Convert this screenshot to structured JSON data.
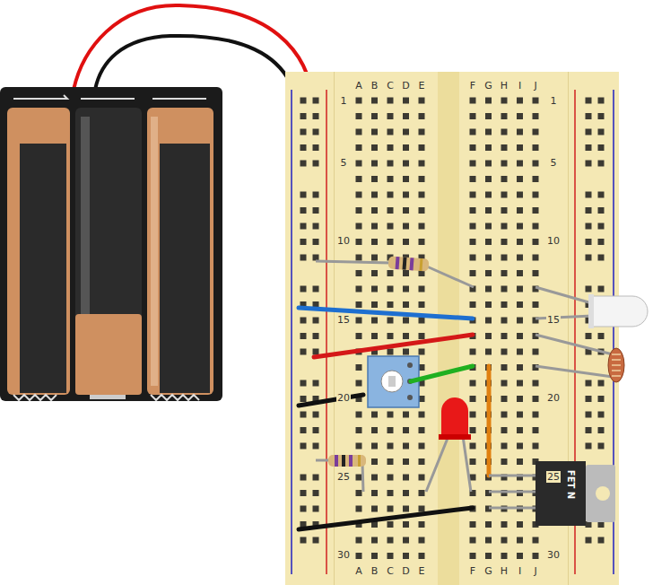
{
  "diagram": {
    "labels": [
      "A",
      "B",
      "C",
      "D",
      "E",
      "F",
      "G",
      "H",
      "I",
      "J",
      "1",
      "5",
      "10",
      "15",
      "20",
      "25",
      "30",
      "1",
      "5",
      "10",
      "15",
      "20",
      "25",
      "30",
      "A",
      "B",
      "C",
      "D",
      "E",
      "F",
      "G",
      "H",
      "I",
      "J",
      "FET N"
    ]
  }
}
